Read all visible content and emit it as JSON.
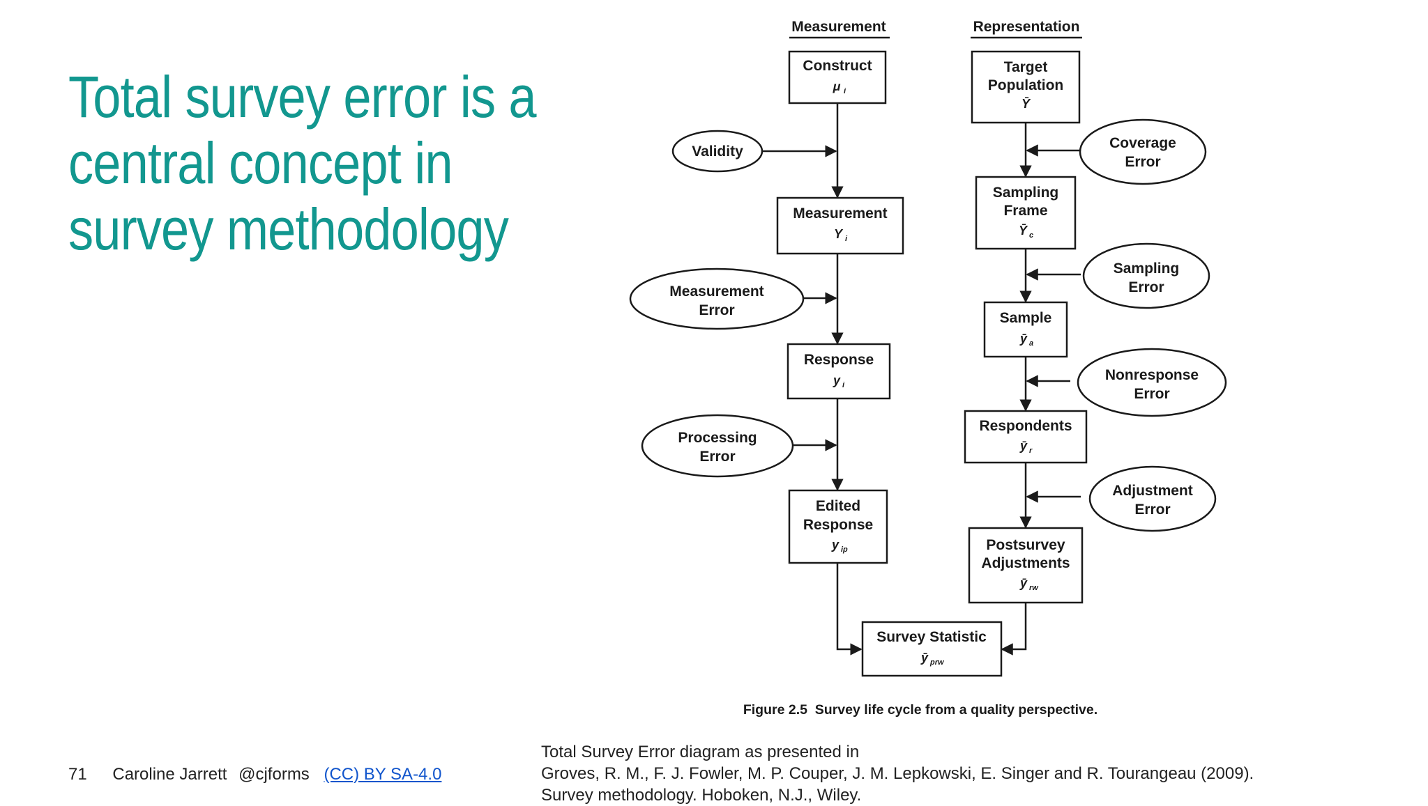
{
  "slide": {
    "title_lines": [
      "Total survey error is a",
      "central concept in",
      "survey methodology"
    ],
    "page_number": "71",
    "author": "Caroline Jarrett",
    "handle": "@cjforms",
    "license_link": "(CC) BY SA-4.0",
    "citation_lines": [
      "Total Survey Error diagram as presented in",
      "Groves, R. M., F. J. Fowler, M. P. Couper, J. M. Lepkowski, E. Singer and R. Tourangeau (2009).",
      "Survey methodology. Hoboken, N.J., Wiley."
    ]
  },
  "diagram": {
    "headers": {
      "measurement": "Measurement",
      "representation": "Representation"
    },
    "measurement_boxes": [
      {
        "label": [
          "Construct"
        ],
        "symbol": "μ",
        "sub": "i"
      },
      {
        "label": [
          "Measurement"
        ],
        "symbol": "Y",
        "sub": "i"
      },
      {
        "label": [
          "Response"
        ],
        "symbol": "y",
        "sub": "i"
      },
      {
        "label": [
          "Edited",
          "Response"
        ],
        "symbol": "y",
        "sub": "ip"
      }
    ],
    "representation_boxes": [
      {
        "label": [
          "Target",
          "Population"
        ],
        "symbol": "Ȳ",
        "sub": ""
      },
      {
        "label": [
          "Sampling",
          "Frame"
        ],
        "symbol": "Ȳ",
        "sub": "c"
      },
      {
        "label": [
          "Sample"
        ],
        "symbol": "ȳ",
        "sub": "a"
      },
      {
        "label": [
          "Respondents"
        ],
        "symbol": "ȳ",
        "sub": "r"
      },
      {
        "label": [
          "Postsurvey",
          "Adjustments"
        ],
        "symbol": "ȳ",
        "sub": "rw"
      }
    ],
    "final_box": {
      "label": [
        "Survey Statistic"
      ],
      "symbol": "ȳ",
      "sub": "prw"
    },
    "measurement_errors": [
      [
        "Validity"
      ],
      [
        "Measurement",
        "Error"
      ],
      [
        "Processing",
        "Error"
      ]
    ],
    "representation_errors": [
      [
        "Coverage",
        "Error"
      ],
      [
        "Sampling",
        "Error"
      ],
      [
        "Nonresponse",
        "Error"
      ],
      [
        "Adjustment",
        "Error"
      ]
    ],
    "caption": "Figure 2.5  Survey life cycle from a quality perspective."
  }
}
